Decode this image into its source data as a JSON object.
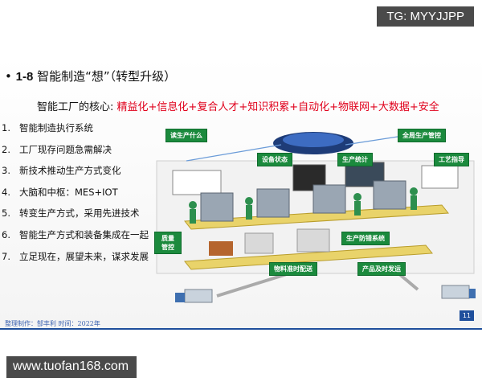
{
  "watermark_top": "TG: MYYJJPP",
  "watermark_bottom": "www.tuofan168.com",
  "slide": {
    "title_bullet": "•",
    "title_number": "1-8",
    "title_text": "智能制造“想”（转型升级）",
    "core_label": "智能工厂的核心:",
    "core_pillars": "精益化+信息化+复合人才+知识积累+自动化+物联网+大数据+安全",
    "list": [
      {
        "n": "1.",
        "text": "智能制造执行系统"
      },
      {
        "n": "2.",
        "text": "工厂现存问题急需解决"
      },
      {
        "n": "3.",
        "text": "新技术推动生产方式变化"
      },
      {
        "n": "4.",
        "text": "大脑和中枢：MES+IOT"
      },
      {
        "n": "5.",
        "text": "转变生产方式，采用先进技术"
      },
      {
        "n": "6.",
        "text": "智能生产方式和装备集成在一起"
      },
      {
        "n": "7.",
        "text": "立足现在，展望未来，谋求发展"
      }
    ],
    "footer_note": "整理制作：郜丰利 时间：2022年",
    "page_number": "11"
  },
  "diagram": {
    "labels": {
      "read_production": "读生产什么",
      "global_control": "全局生产管控",
      "device_status": "设备状态",
      "production_stats": "生产统计",
      "process_guide": "工艺指导",
      "quality_control": "质量管控",
      "error_proofing": "生产防错系统",
      "material_delivery": "物料准时配送",
      "product_shipping": "产品及时发运"
    },
    "colors": {
      "tag_green": "#1b8a3d",
      "title_red": "#e0001b",
      "accent_blue": "#1f4f9c"
    }
  }
}
